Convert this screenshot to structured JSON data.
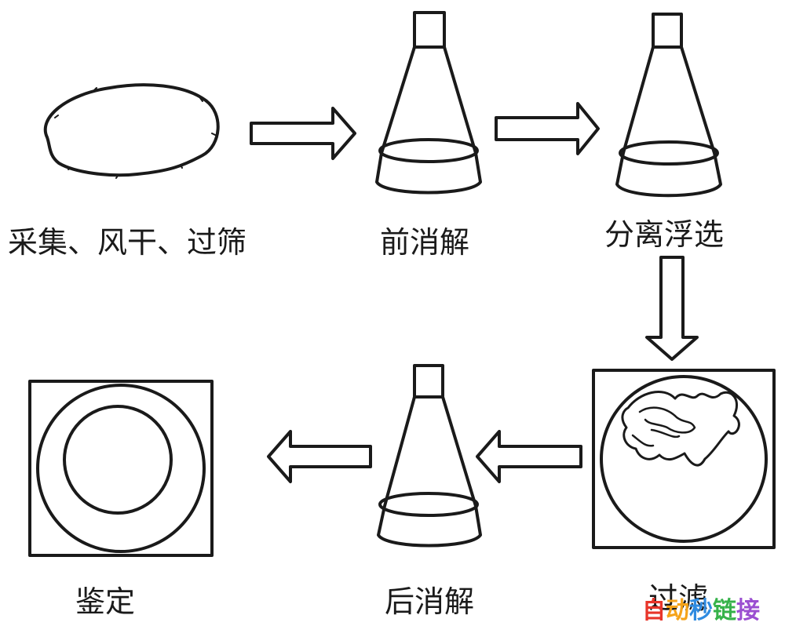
{
  "steps": [
    {
      "label": "采集、风干、过筛"
    },
    {
      "label": "前消解"
    },
    {
      "label": "分离浮选"
    },
    {
      "label": "过滤"
    },
    {
      "label": "后消解"
    },
    {
      "label": "鉴定"
    }
  ],
  "watermark": {
    "text": "自动秒链接",
    "colors": [
      "#e8352a",
      "#f5a31a",
      "#2f8be0",
      "#36b24a",
      "#9b4fd1"
    ]
  }
}
